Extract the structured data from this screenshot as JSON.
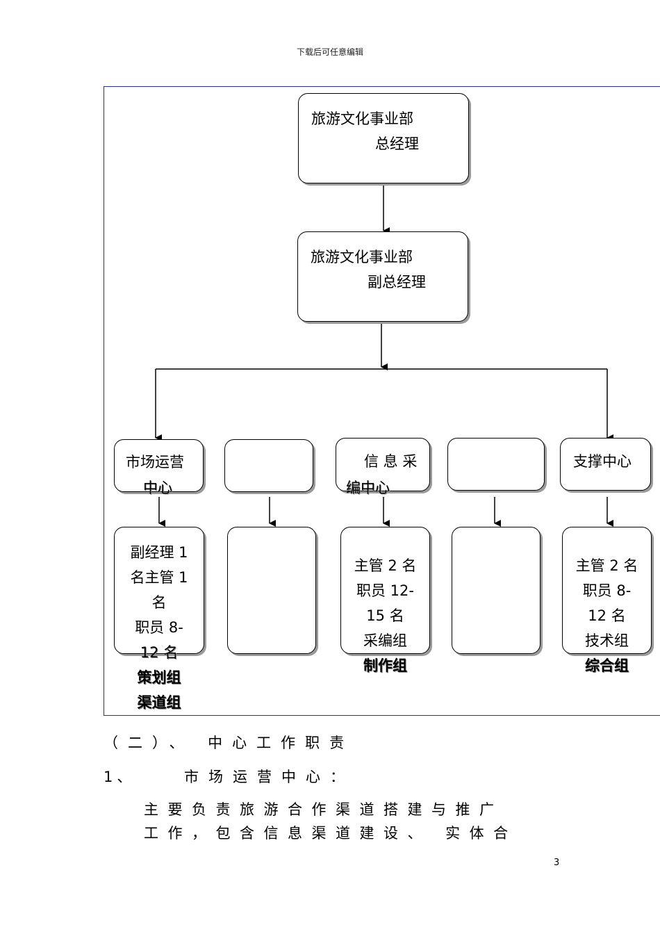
{
  "header": {
    "text": "下载后可任意编辑"
  },
  "org_chart": {
    "general_manager": {
      "line1": "旅游文化事业部",
      "line2": "总经理"
    },
    "deputy_manager": {
      "line1": "旅游文化事业部",
      "line2": "副总经理"
    },
    "centers": [
      {
        "label_line1": "市场运营",
        "label_line2": "中心",
        "staff": [
          "副经理 1",
          "名主管 1",
          "名",
          "职员 8-",
          "12 名",
          "策划组",
          "渠道组"
        ]
      },
      {
        "label_line1": "",
        "label_line2": "",
        "staff": []
      },
      {
        "label_line1": "信 息 采",
        "label_line2": "编中心",
        "staff": [
          "主管 2 名",
          "职员 12-",
          "15 名",
          "采编组",
          "制作组"
        ]
      },
      {
        "label_line1": "",
        "label_line2": "",
        "staff": []
      },
      {
        "label_line1": "支撑中心",
        "label_line2": "",
        "staff": [
          "主管 2 名",
          "职员 8-",
          "12 名",
          "技术组",
          "综合组"
        ]
      }
    ]
  },
  "section": {
    "heading": "（二）、 中心工作职责",
    "item_number": "1、",
    "item_title": "市场运营中心：",
    "paragraph_line1": "主要负责旅游合作渠道搭建与推广",
    "paragraph_line2": "工作，包含信息渠道建设、 实体合"
  },
  "page_number": "3"
}
